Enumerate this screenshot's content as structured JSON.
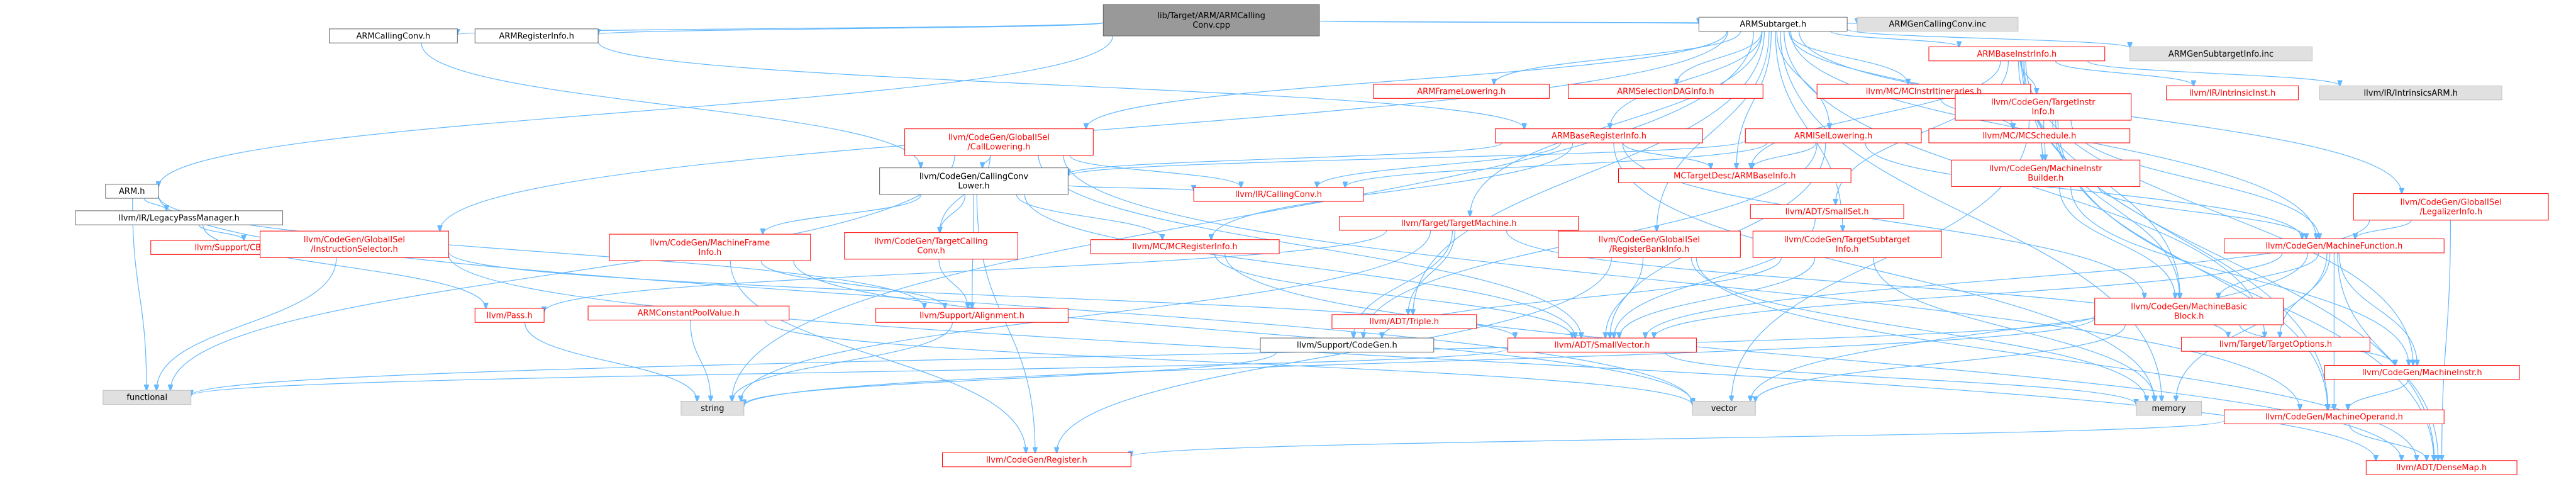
{
  "colors": {
    "root_fill": "#999999",
    "node_fill": "#ffffff",
    "node_stroke_red": "#ff0000",
    "node_stroke_gray": "#bfbfbf",
    "node_stroke_dark": "#666666",
    "text_red": "#ff0000",
    "text_black": "#000000",
    "system_fill": "#e0e0e0",
    "edge": "#63b8ff"
  },
  "nodes": [
    {
      "id": "root",
      "lines": [
        "lib/Target/ARM/ARMCalling",
        "Conv.cpp"
      ],
      "kind": "root"
    },
    {
      "id": "armsubtarget",
      "lines": [
        "ARMSubtarget.h"
      ],
      "kind": "plain"
    },
    {
      "id": "armgencallingconv",
      "lines": [
        "ARMGenCallingConv.inc"
      ],
      "kind": "system"
    },
    {
      "id": "armcallingconv",
      "lines": [
        "ARMCallingConv.h"
      ],
      "kind": "plain"
    },
    {
      "id": "armregisterinfo",
      "lines": [
        "ARMRegisterInfo.h"
      ],
      "kind": "plain"
    },
    {
      "id": "arm",
      "lines": [
        "ARM.h"
      ],
      "kind": "plain"
    },
    {
      "id": "legacypassmanager",
      "lines": [
        "llvm/IR/LegacyPassManager.h"
      ],
      "kind": "plain"
    },
    {
      "id": "cbindingwrapping",
      "lines": [
        "llvm/Support/CBindingWrapping.h"
      ],
      "kind": "red"
    },
    {
      "id": "gisel_instselector",
      "lines": [
        "llvm/CodeGen/GlobalISel",
        "/InstructionSelector.h"
      ],
      "kind": "red"
    },
    {
      "id": "gisel_calllowering",
      "lines": [
        "llvm/CodeGen/GlobalISel",
        "/CallLowering.h"
      ],
      "kind": "red"
    },
    {
      "id": "callingconvlower",
      "lines": [
        "llvm/CodeGen/CallingConv",
        "Lower.h"
      ],
      "kind": "plain"
    },
    {
      "id": "machineframeinfo",
      "lines": [
        "llvm/CodeGen/MachineFrame",
        "Info.h"
      ],
      "kind": "red"
    },
    {
      "id": "targetcallingconv",
      "lines": [
        "llvm/CodeGen/TargetCalling",
        "Conv.h"
      ],
      "kind": "red"
    },
    {
      "id": "mcregisterinfo",
      "lines": [
        "llvm/MC/MCRegisterInfo.h"
      ],
      "kind": "red"
    },
    {
      "id": "ircallingconv",
      "lines": [
        "llvm/IR/CallingConv.h"
      ],
      "kind": "red"
    },
    {
      "id": "armframelowering",
      "lines": [
        "ARMFrameLowering.h"
      ],
      "kind": "red"
    },
    {
      "id": "armselectiondaginfo",
      "lines": [
        "ARMSelectionDAGInfo.h"
      ],
      "kind": "red"
    },
    {
      "id": "armbaseregisterinfo",
      "lines": [
        "ARMBaseRegisterInfo.h"
      ],
      "kind": "red"
    },
    {
      "id": "armisellowering",
      "lines": [
        "ARMISelLowering.h"
      ],
      "kind": "red"
    },
    {
      "id": "mcinstritineraries",
      "lines": [
        "llvm/MC/MCInstrItineraries.h"
      ],
      "kind": "red"
    },
    {
      "id": "mcschedule",
      "lines": [
        "llvm/MC/MCSchedule.h"
      ],
      "kind": "red"
    },
    {
      "id": "mctargetdesc",
      "lines": [
        "MCTargetDesc/ARMBaseInfo.h"
      ],
      "kind": "red"
    },
    {
      "id": "targetmachine",
      "lines": [
        "llvm/Target/TargetMachine.h"
      ],
      "kind": "red"
    },
    {
      "id": "gisel_regbankinfo",
      "lines": [
        "llvm/CodeGen/GlobalISel",
        "/RegisterBankInfo.h"
      ],
      "kind": "red"
    },
    {
      "id": "targetsubtargetinfo",
      "lines": [
        "llvm/CodeGen/TargetSubtarget",
        "Info.h"
      ],
      "kind": "red"
    },
    {
      "id": "armbaseinstrinfo",
      "lines": [
        "ARMBaseInstrInfo.h"
      ],
      "kind": "red"
    },
    {
      "id": "armgensubtargetinfo",
      "lines": [
        "ARMGenSubtargetInfo.inc"
      ],
      "kind": "system"
    },
    {
      "id": "targetinstrinfo",
      "lines": [
        "llvm/CodeGen/TargetInstr",
        "Info.h"
      ],
      "kind": "red"
    },
    {
      "id": "intrinsicinst",
      "lines": [
        "llvm/IR/IntrinsicInst.h"
      ],
      "kind": "red"
    },
    {
      "id": "intrinsicsarm",
      "lines": [
        "llvm/IR/IntrinsicsARM.h"
      ],
      "kind": "system"
    },
    {
      "id": "machineinstrbuilder",
      "lines": [
        "llvm/CodeGen/MachineInstr",
        "Builder.h"
      ],
      "kind": "red"
    },
    {
      "id": "smallset",
      "lines": [
        "llvm/ADT/SmallSet.h"
      ],
      "kind": "red"
    },
    {
      "id": "gisel_legalizerinfo",
      "lines": [
        "llvm/CodeGen/GlobalISel",
        "/LegalizerInfo.h"
      ],
      "kind": "red"
    },
    {
      "id": "machinefunction",
      "lines": [
        "llvm/CodeGen/MachineFunction.h"
      ],
      "kind": "red"
    },
    {
      "id": "machinebasicblock",
      "lines": [
        "llvm/CodeGen/MachineBasic",
        "Block.h"
      ],
      "kind": "red"
    },
    {
      "id": "targetoptions",
      "lines": [
        "llvm/Target/TargetOptions.h"
      ],
      "kind": "red"
    },
    {
      "id": "machineinstr",
      "lines": [
        "llvm/CodeGen/MachineInstr.h"
      ],
      "kind": "red"
    },
    {
      "id": "machineoperand",
      "lines": [
        "llvm/CodeGen/MachineOperand.h"
      ],
      "kind": "red"
    },
    {
      "id": "register",
      "lines": [
        "llvm/CodeGen/Register.h"
      ],
      "kind": "red"
    },
    {
      "id": "densemap",
      "lines": [
        "llvm/ADT/DenseMap.h"
      ],
      "kind": "red"
    },
    {
      "id": "pass",
      "lines": [
        "llvm/Pass.h"
      ],
      "kind": "red"
    },
    {
      "id": "armconstantpoolvalue",
      "lines": [
        "ARMConstantPoolValue.h"
      ],
      "kind": "red"
    },
    {
      "id": "alignment",
      "lines": [
        "llvm/Support/Alignment.h"
      ],
      "kind": "red"
    },
    {
      "id": "triple",
      "lines": [
        "llvm/ADT/Triple.h"
      ],
      "kind": "red"
    },
    {
      "id": "supportcodegen",
      "lines": [
        "llvm/Support/CodeGen.h"
      ],
      "kind": "plain"
    },
    {
      "id": "smallvector",
      "lines": [
        "llvm/ADT/SmallVector.h"
      ],
      "kind": "red"
    },
    {
      "id": "functional",
      "lines": [
        "functional"
      ],
      "kind": "system"
    },
    {
      "id": "string",
      "lines": [
        "string"
      ],
      "kind": "system"
    },
    {
      "id": "vector",
      "lines": [
        "vector"
      ],
      "kind": "system"
    },
    {
      "id": "memory",
      "lines": [
        "memory"
      ],
      "kind": "system"
    }
  ]
}
